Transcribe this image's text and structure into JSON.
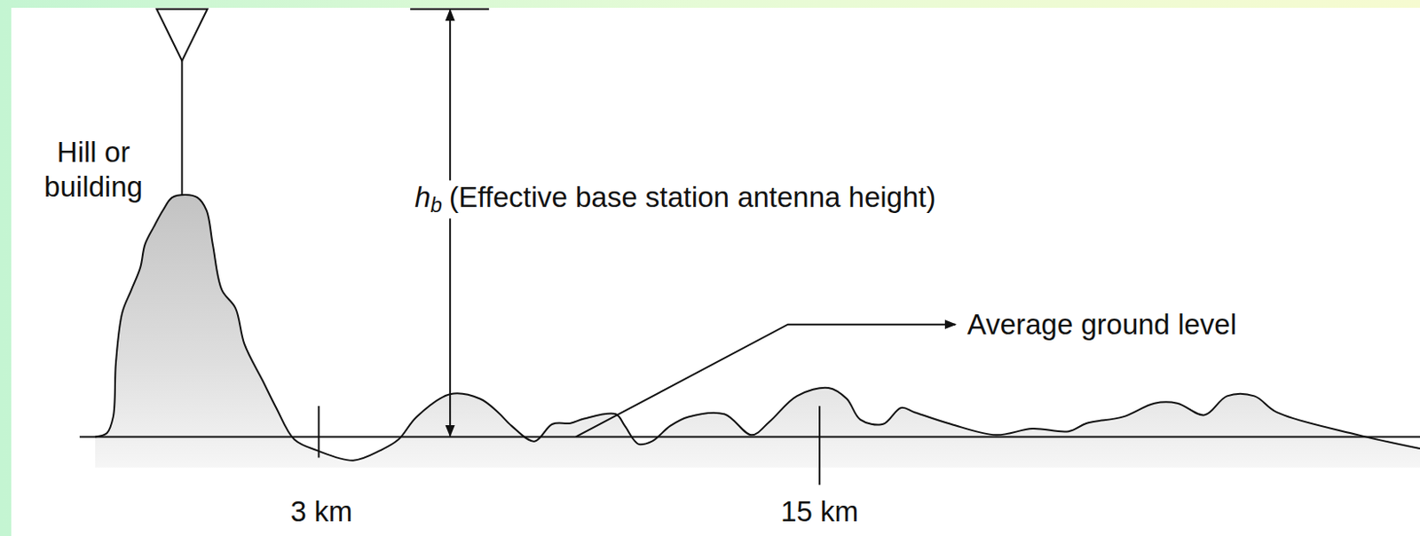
{
  "diagram": {
    "labels": [
      "Hill or building",
      "h",
      "b",
      "(Effective base station antenna height)",
      "Average ground level",
      "3 km",
      "15 km"
    ]
  }
}
